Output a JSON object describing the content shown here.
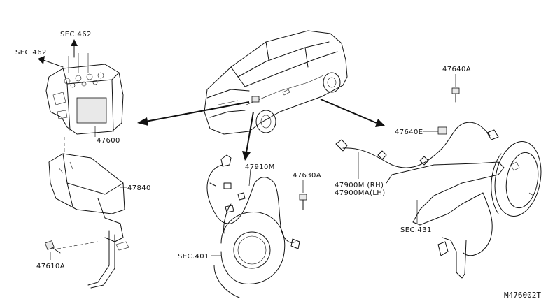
{
  "labels": {
    "sec462_top": "SEC.462",
    "sec462_left": "SEC.462",
    "p47600": "47600",
    "p47840": "47840",
    "p47610A": "47610A",
    "p47910M": "47910M",
    "p47630A": "47630A",
    "sec401": "SEC.401",
    "p47640A": "47640A",
    "p47640E": "47640E",
    "p47900M": "47900M (RH)",
    "p47900MA": "47900MA(LH)",
    "sec431": "SEC.431",
    "diagram_code": "M476002T"
  }
}
